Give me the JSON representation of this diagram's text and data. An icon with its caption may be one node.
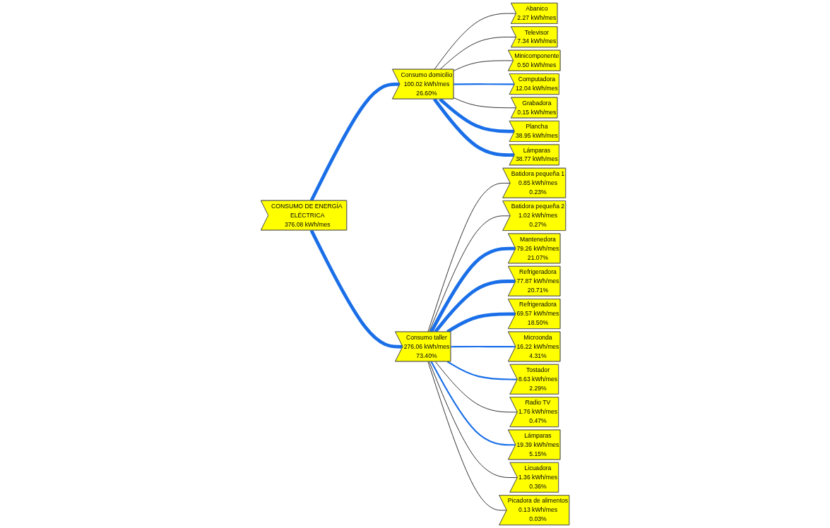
{
  "diagram": {
    "nodes": [
      {
        "text": [
          "CONSUMO DE ENERGÍA ELÉCTRICA",
          "376.08 kWh/mes"
        ]
      },
      {
        "text": [
          "Consumo domicilio",
          "100.02 kWh/mes",
          "26.60%"
        ]
      },
      {
        "text": [
          "Abanico",
          "2.27 kWh/mes"
        ]
      },
      {
        "text": [
          "Televisor",
          "7.34 kWh/mes"
        ]
      },
      {
        "text": [
          "Minicomponente",
          "0.50 kWh/mes"
        ]
      },
      {
        "text": [
          "Computadora",
          "12.04 kWh/mes"
        ]
      },
      {
        "text": [
          "Grabadora",
          "0.15 kWh/mes"
        ]
      },
      {
        "text": [
          "Plancha",
          "38.95 kWh/mes"
        ]
      },
      {
        "text": [
          "Lámparas",
          "38.77 kWh/mes"
        ]
      },
      {
        "text": [
          "Consumo taller",
          "276.06 kWh/mes",
          "73.40%"
        ]
      },
      {
        "text": [
          "Batidora pequeña 1",
          "0.85 kWh/mes",
          "0.23%"
        ]
      },
      {
        "text": [
          "Batidora pequeña 2",
          "1.02 kWh/mes",
          "0.27%"
        ]
      },
      {
        "text": [
          "Mantenedora",
          "79.26 kWh/mes",
          "21.07%"
        ]
      },
      {
        "text": [
          "Refrigeradora",
          "77.87 kWh/mes",
          "20.71%"
        ]
      },
      {
        "text": [
          "Refrigeradora",
          "69.57 kWh/mes",
          "18.50%"
        ]
      },
      {
        "text": [
          "Microonda",
          "16.22 kWh/mes",
          "4.31%"
        ]
      },
      {
        "text": [
          "Tostador",
          "8.63 kWh/mes",
          "2.29%"
        ]
      },
      {
        "text": [
          "Radio TV",
          "1.76 kWh/mes",
          "0.47%"
        ]
      },
      {
        "text": [
          "Lámparas",
          "19.39 kWh/mes",
          "5.15%"
        ]
      },
      {
        "text": [
          "Licuadora",
          "1.36 kWh/mes",
          "0.36%"
        ]
      },
      {
        "text": [
          "Picadora de alimentos",
          "0.13 kWh/mes",
          "0.03%"
        ]
      }
    ],
    "edges": [
      {
        "from": 0,
        "to": 1,
        "arrow": "none",
        "style": "thick"
      },
      {
        "from": 0,
        "to": 9,
        "arrow": "none",
        "style": "thick"
      },
      {
        "from": 1,
        "to": 2,
        "arrow": "none",
        "color": "#000000"
      },
      {
        "from": 1,
        "to": 3,
        "arrow": "none",
        "color": "#000000"
      },
      {
        "from": 1,
        "to": 4,
        "arrow": "none",
        "color": "#000000"
      },
      {
        "from": 1,
        "to": 5,
        "arrow": "none"
      },
      {
        "from": 1,
        "to": 6,
        "arrow": "none",
        "color": "#000000"
      },
      {
        "from": 1,
        "to": 7,
        "arrow": "none",
        "style": "thick"
      },
      {
        "from": 1,
        "to": 8,
        "arrow": "none",
        "style": "thick"
      },
      {
        "from": 9,
        "to": 10,
        "arrow": "none",
        "color": "#000000"
      },
      {
        "from": 9,
        "to": 11,
        "arrow": "none",
        "color": "#000000"
      },
      {
        "from": 9,
        "to": 12,
        "arrow": "none",
        "style": "thick"
      },
      {
        "from": 9,
        "to": 13,
        "arrow": "none",
        "style": "thick"
      },
      {
        "from": 9,
        "to": 14,
        "arrow": "none",
        "style": "thick"
      },
      {
        "from": 9,
        "to": 15,
        "arrow": "none"
      },
      {
        "from": 9,
        "to": 16,
        "arrow": "none"
      },
      {
        "from": 9,
        "to": 17,
        "arrow": "none",
        "color": "#000000"
      },
      {
        "from": 9,
        "to": 18,
        "arrow": "none"
      },
      {
        "from": 9,
        "to": 19,
        "arrow": "none",
        "color": "#000000"
      },
      {
        "from": 9,
        "to": 20,
        "arrow": "none",
        "color": "#000000"
      }
    ]
  }
}
